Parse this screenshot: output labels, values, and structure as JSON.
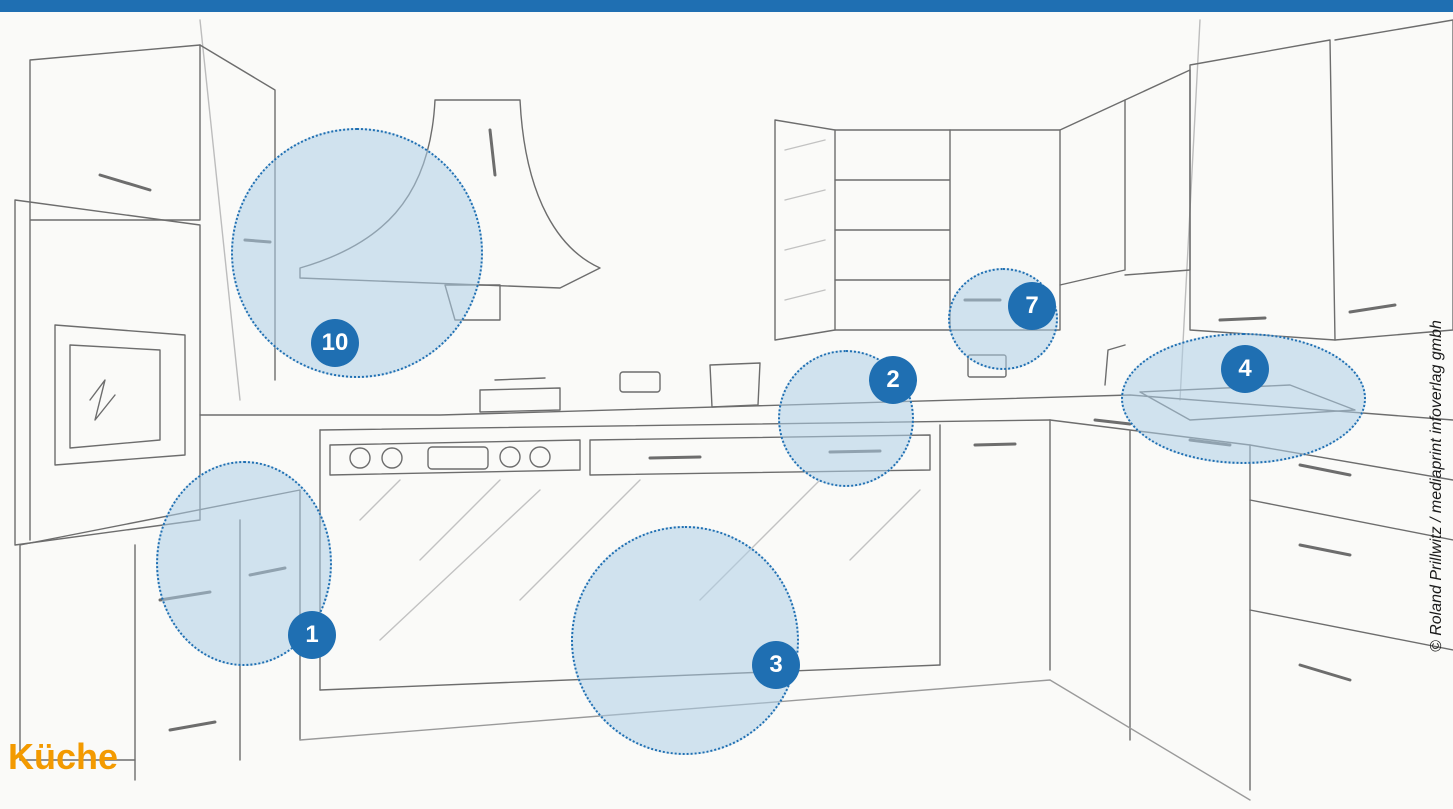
{
  "header": {
    "accent_color": "#1f6fb2"
  },
  "title": "Küche",
  "credit": "© Roland Prillwitz / mediaprint infoverlag gmbh",
  "illustration": {
    "subject": "kitchen line drawing",
    "icon": "kitchen-sketch"
  },
  "hotspots": [
    {
      "number": "10"
    },
    {
      "number": "7"
    },
    {
      "number": "2"
    },
    {
      "number": "4"
    },
    {
      "number": "1"
    },
    {
      "number": "3"
    }
  ],
  "colors": {
    "hotspot_fill": "#adcde6",
    "hotspot_border": "#1f6fb2",
    "badge": "#1f6fb2",
    "title": "#f39a00"
  }
}
